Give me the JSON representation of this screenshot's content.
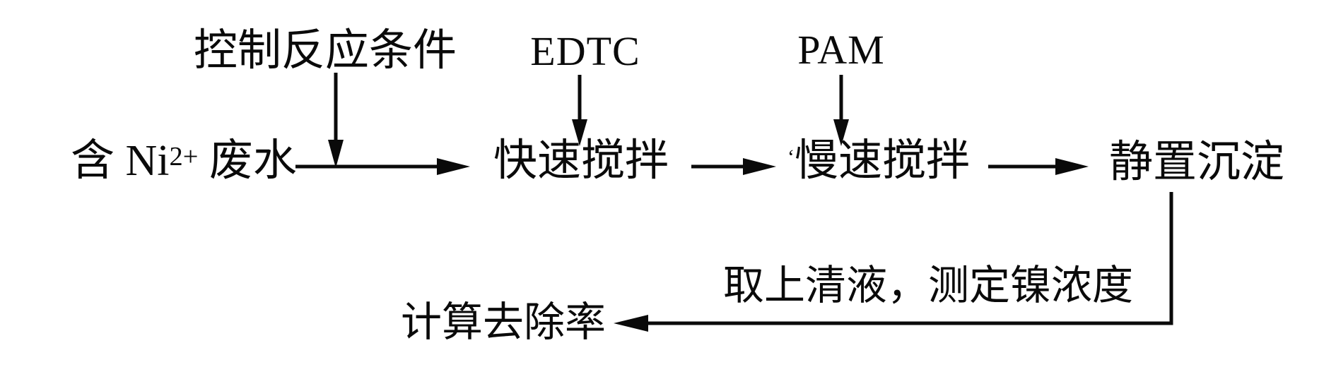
{
  "figure": {
    "background": "#ffffff",
    "ink_color": "#0a0a0a",
    "top_row": {
      "control_conditions": "控制反应条件",
      "edtc": "EDTC",
      "pam": "PAM"
    },
    "main_flow": {
      "wastewater_prefix": "含 Ni",
      "wastewater_superscript": "2+",
      "wastewater_suffix": " 废水",
      "fast_stirring": "快速搅拌",
      "slow_stirring_mark": "ʻ",
      "slow_stirring": "慢速搅拌",
      "settling": "静置沉淀"
    },
    "bottom_flow": {
      "sampling_note": "取上清液，测定镍浓度",
      "removal_rate": "计算去除率"
    }
  }
}
